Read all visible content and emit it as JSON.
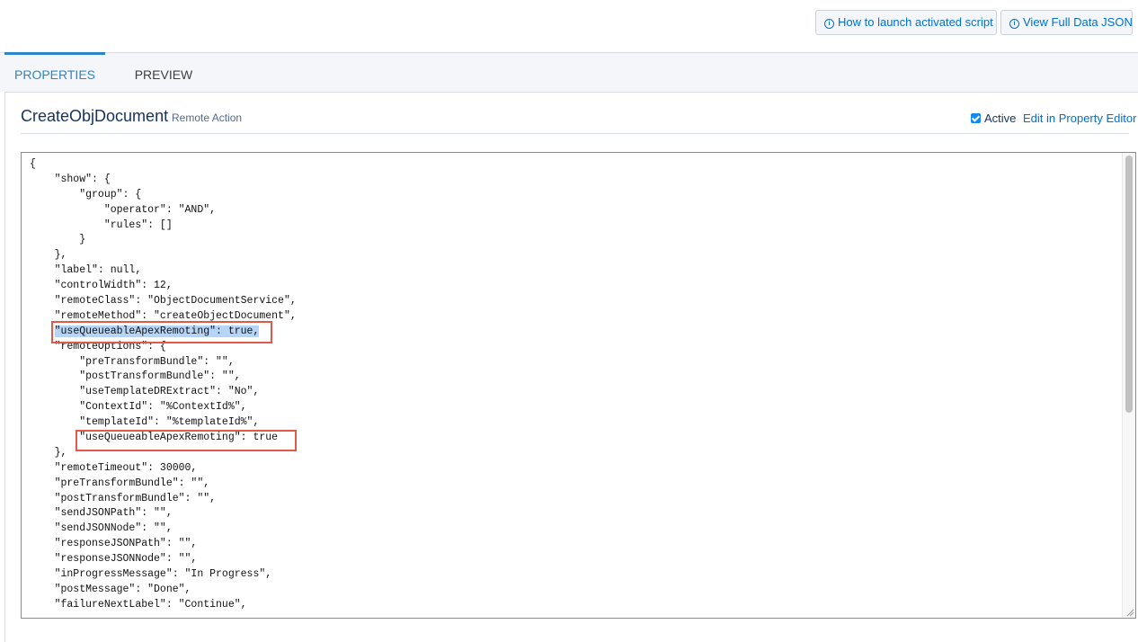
{
  "toolbar": {
    "launch_button": "How to launch activated script",
    "json_button": "View Full Data JSON",
    "info_icon_glyph": "i"
  },
  "tabs": [
    {
      "label": "PROPERTIES",
      "active": true
    },
    {
      "label": "PREVIEW",
      "active": false
    }
  ],
  "header": {
    "title": "CreateObjDocument",
    "subtitle": "Remote Action",
    "active_label": "Active",
    "active_checked": true,
    "edit_link": "Edit in Property Editor"
  },
  "editor": {
    "lines": [
      "{",
      "    \"show\": {",
      "        \"group\": {",
      "            \"operator\": \"AND\",",
      "            \"rules\": []",
      "        }",
      "    },",
      "    \"label\": null,",
      "    \"controlWidth\": 12,",
      "    \"remoteClass\": \"ObjectDocumentService\",",
      "    \"remoteMethod\": \"createObjectDocument\",",
      "    \"useQueueableApexRemoting\": true,",
      "    \"remoteOptions\": {",
      "        \"preTransformBundle\": \"\",",
      "        \"postTransformBundle\": \"\",",
      "        \"useTemplateDRExtract\": \"No\",",
      "        \"ContextId\": \"%ContextId%\",",
      "        \"templateId\": \"%templateId%\",",
      "        \"useQueueableApexRemoting\": true",
      "    },",
      "    \"remoteTimeout\": 30000,",
      "    \"preTransformBundle\": \"\",",
      "    \"postTransformBundle\": \"\",",
      "    \"sendJSONPath\": \"\",",
      "    \"sendJSONNode\": \"\",",
      "    \"responseJSONPath\": \"\",",
      "    \"responseJSONNode\": \"\",",
      "    \"inProgressMessage\": \"In Progress\",",
      "    \"postMessage\": \"Done\",",
      "    \"failureNextLabel\": \"Continue\","
    ],
    "selected_line": 11,
    "highlighted_lines": [
      11,
      18
    ],
    "highlight_color": "#e05a47",
    "selection_color": "#b5d4f6"
  },
  "colors": {
    "accent": "#2a86c9",
    "link": "#0070d2",
    "title": "#16325c"
  }
}
